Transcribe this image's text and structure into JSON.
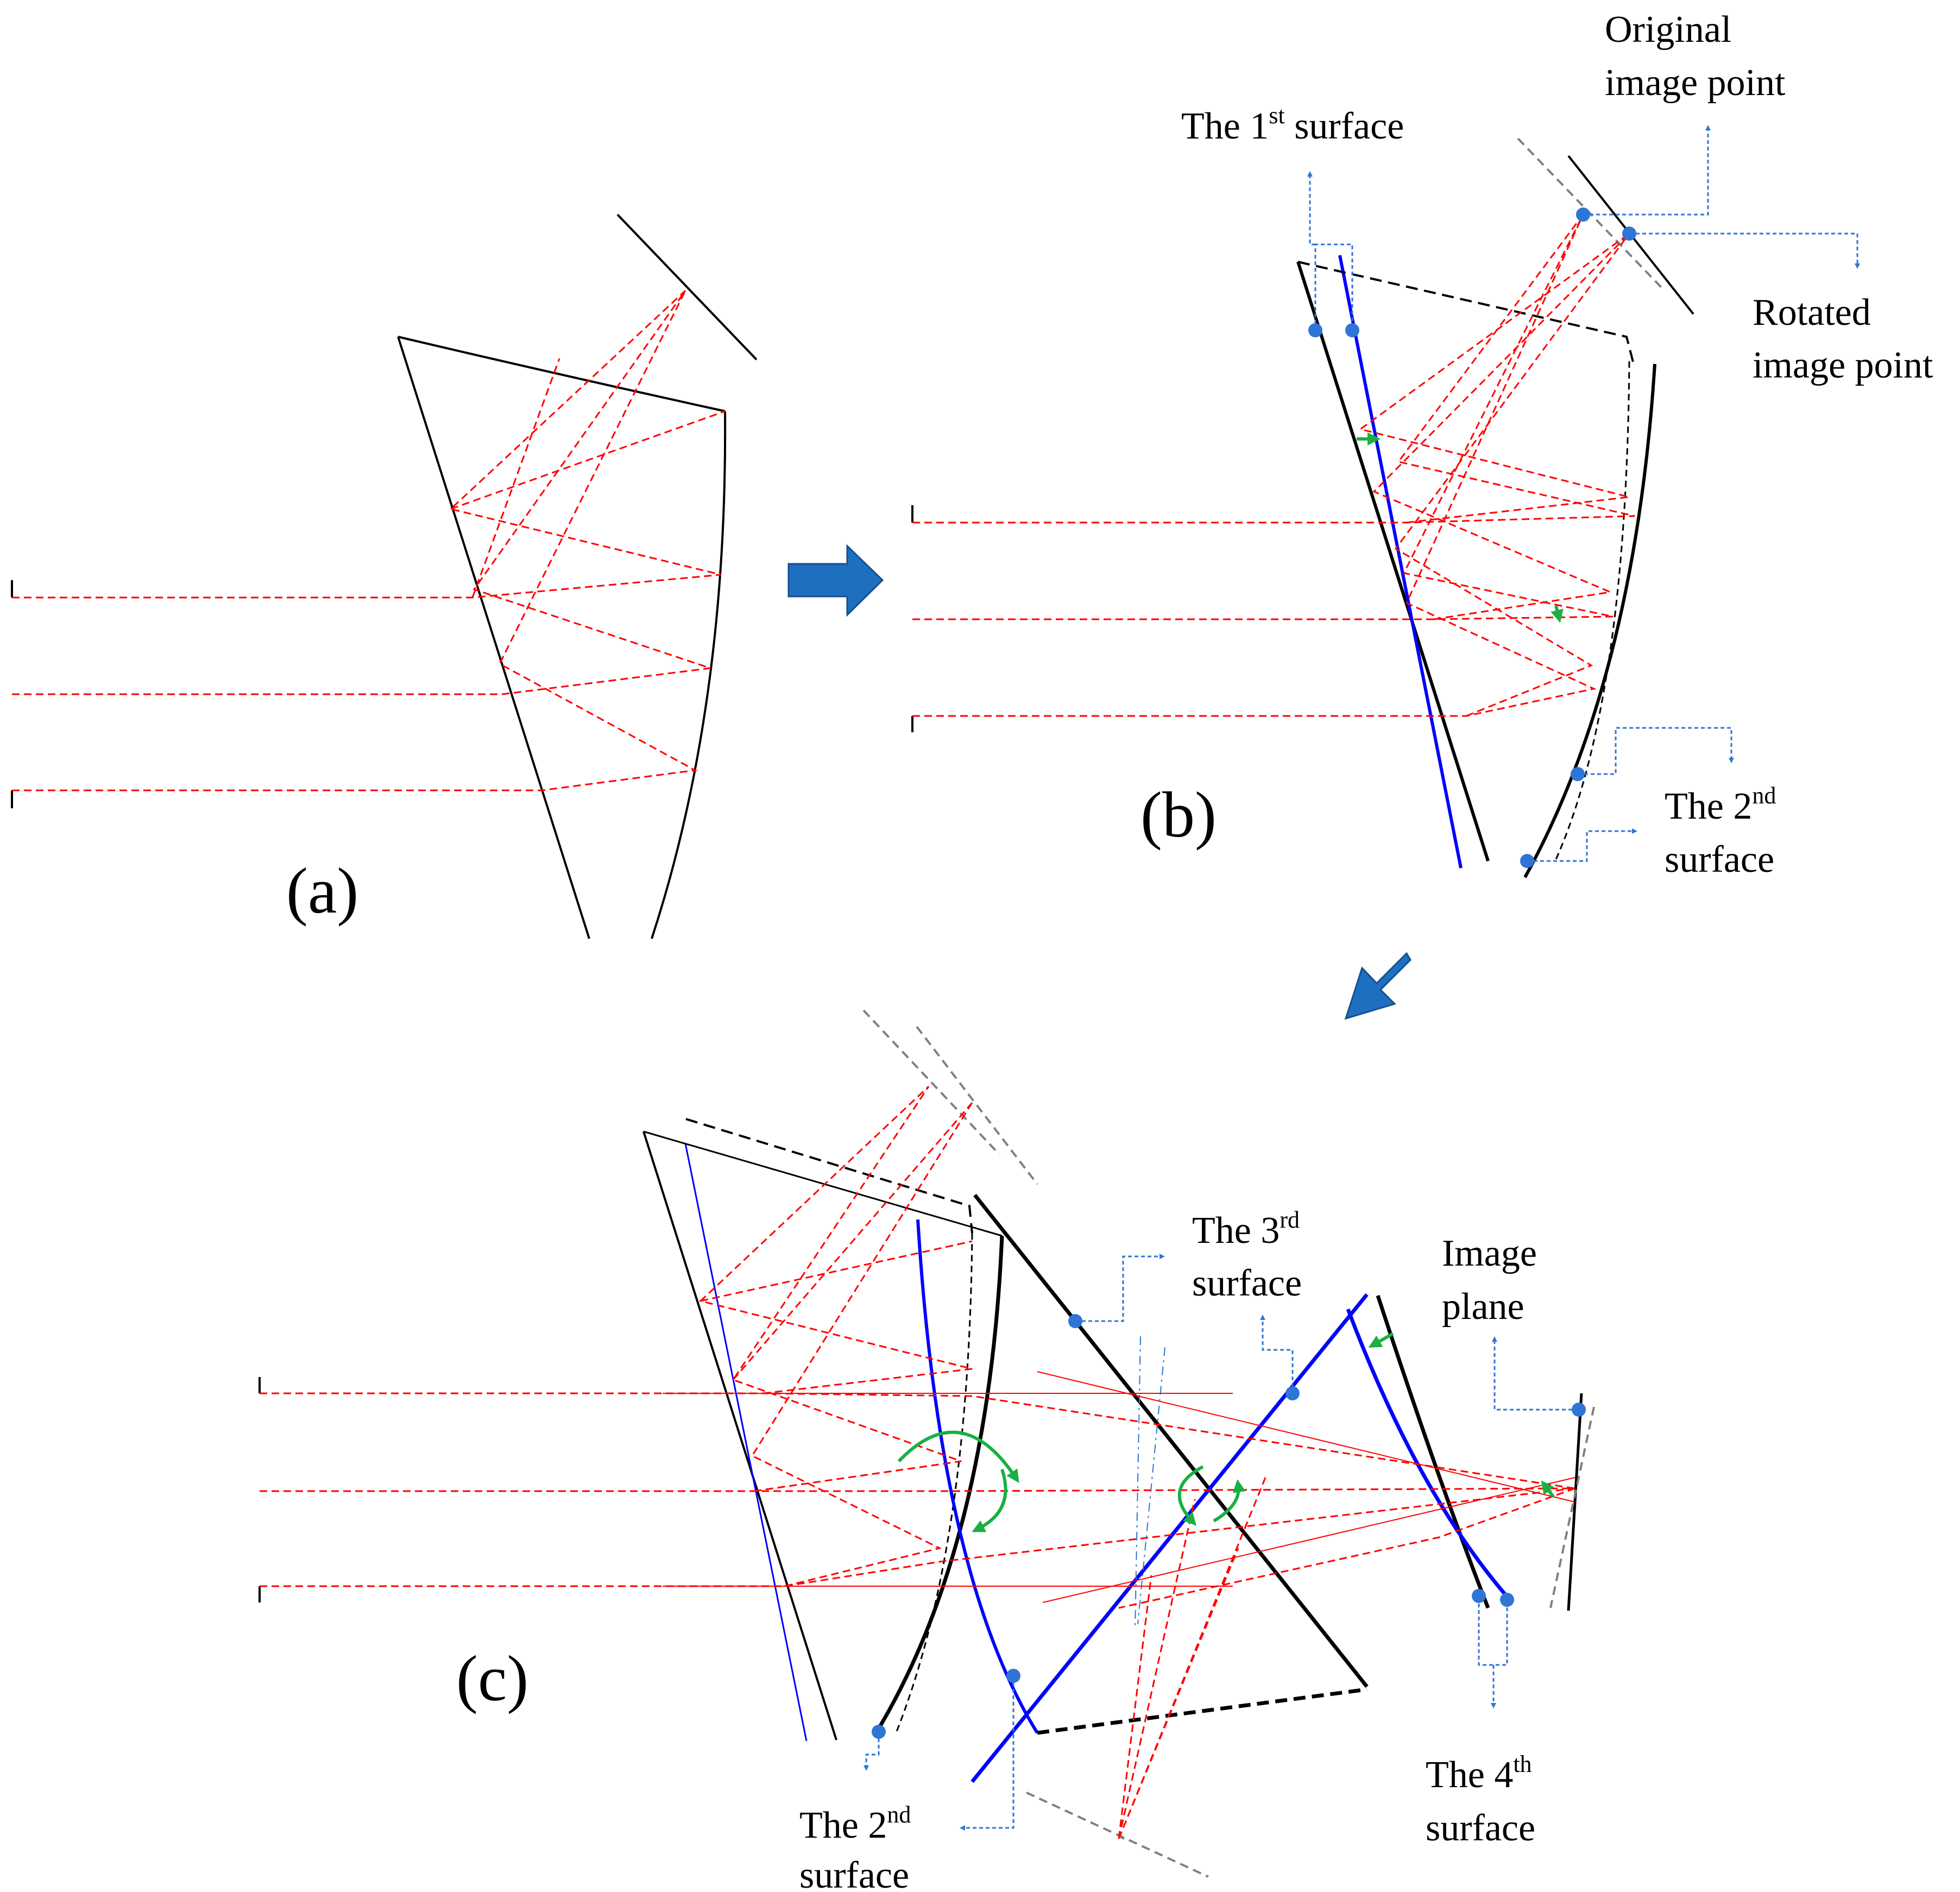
{
  "panels": {
    "a": {
      "label": "(a)"
    },
    "b": {
      "label": "(b)"
    },
    "c": {
      "label": "(c)"
    }
  },
  "annotations_b": {
    "first_surface": {
      "text": "The 1",
      "sup": "st",
      "tail": " surface"
    },
    "original_image_point": {
      "line1": "Original",
      "line2": "image point"
    },
    "rotated_image_point": {
      "line1": "Rotated",
      "line2": "image point"
    },
    "second_surface": {
      "text": "The 2",
      "sup": "nd",
      "line2": "surface"
    }
  },
  "annotations_c": {
    "third_surface": {
      "text": "The 3",
      "sup": "rd",
      "line2": "surface"
    },
    "image_plane": {
      "line1": "Image",
      "line2": "plane"
    },
    "fourth_surface": {
      "text": "The 4",
      "sup": "th",
      "line2": "surface"
    },
    "second_surface": {
      "text": "The 2",
      "sup": "nd",
      "line2": "surface"
    }
  },
  "colors": {
    "rays": "#ff0000",
    "surface_original": "#000000",
    "surface_rotated": "#0000ff",
    "leader": "#2e75d6",
    "rotation_arrow": "#19b042",
    "arrow_fill": "#1f6fc0"
  },
  "icons": [
    "right-arrow-icon",
    "down-left-arrow-icon",
    "rotation-arrow-icon",
    "image-point-marker-icon"
  ]
}
